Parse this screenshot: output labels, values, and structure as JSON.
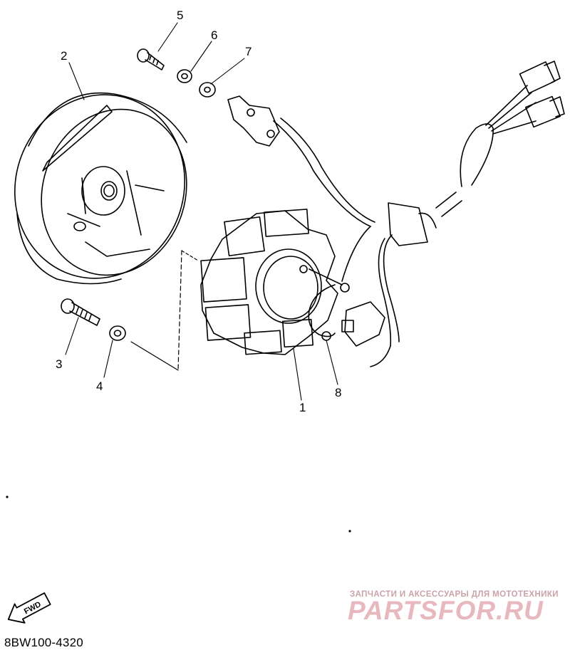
{
  "diagram": {
    "part_code": "8BW100-4320",
    "callouts": [
      "1",
      "2",
      "3",
      "4",
      "5",
      "6",
      "7",
      "8"
    ]
  },
  "direction_badge": {
    "text": "FWD"
  },
  "watermark": {
    "tagline": "ЗАПЧАСТИ И АКСЕССУАРЫ ДЛЯ МОТОТЕХНИКИ",
    "logo": "PARTSFOR.RU"
  }
}
